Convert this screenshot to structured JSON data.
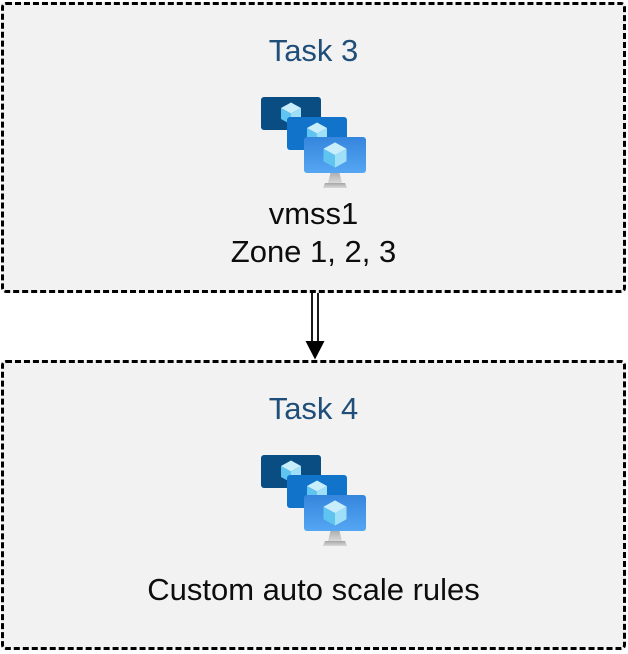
{
  "boxes": [
    {
      "title": "Task 3",
      "lines": {
        "0": "vmss1",
        "1": "Zone 1, 2, 3"
      }
    },
    {
      "title": "Task 4",
      "lines": {
        "0": "Custom auto scale rules"
      }
    }
  ],
  "connector": {
    "type": "double-line-down-arrow"
  },
  "colors": {
    "page_background": "#ffffff",
    "box_fill": "#f2f2f2",
    "box_border": "#000000",
    "title_text": "#1f4e79",
    "body_text": "#0d0d0d",
    "arrow": "#000000"
  },
  "icon": {
    "name": "virtual-machine-scale-sets-icon",
    "colors": {
      "monitor_back": "#0a4d82",
      "monitor_middle": "#1173c9",
      "monitor_front_top": "#3585dd",
      "monitor_front_bottom": "#55a6f2",
      "cube_top": "#c9eefb",
      "cube_left": "#5fc4f0",
      "cube_right": "#9fe0f8",
      "stand_top": "#a6a6a6",
      "stand_bottom": "#d9d9d9"
    }
  }
}
